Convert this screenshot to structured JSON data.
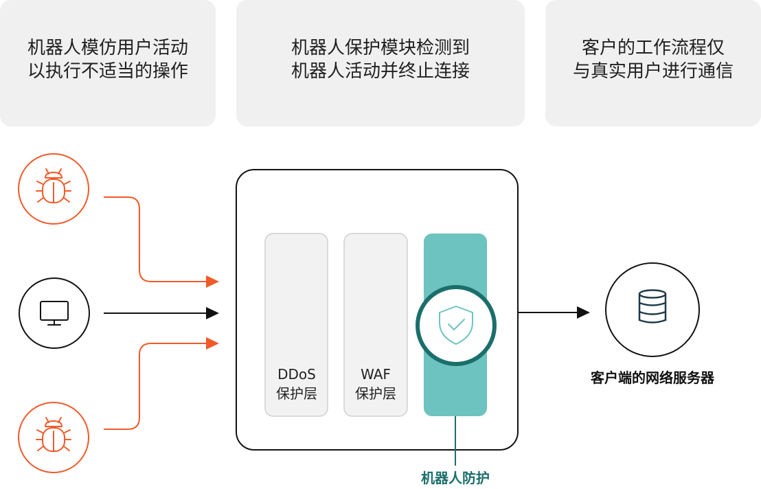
{
  "captions": {
    "bot_action": [
      "机器人模仿用户活动",
      "以执行不适当的操作"
    ],
    "bot_protection": [
      "机器人保护模块检测到",
      "机器人活动并终止连接"
    ],
    "customer_flow": [
      "客户的工作流程仅",
      "与真实用户进行通信"
    ]
  },
  "layers": {
    "ddos": [
      "DDoS",
      "保护层"
    ],
    "waf": [
      "WAF",
      "保护层"
    ],
    "bot": "机器人防护"
  },
  "server": {
    "label": "客户端的网络服务器"
  },
  "icons": {
    "bot_top": "bug-icon",
    "user": "monitor-icon",
    "bot_bottom": "bug-icon",
    "shield": "shield-check-icon",
    "server": "database-icon"
  },
  "colors": {
    "bot_orange": "#f15a29",
    "teal_fill": "#6cc3bf",
    "teal_dark": "#1b6f6b",
    "caption_bg": "#f0f0f0",
    "layer_bg": "#f2f2f2"
  }
}
